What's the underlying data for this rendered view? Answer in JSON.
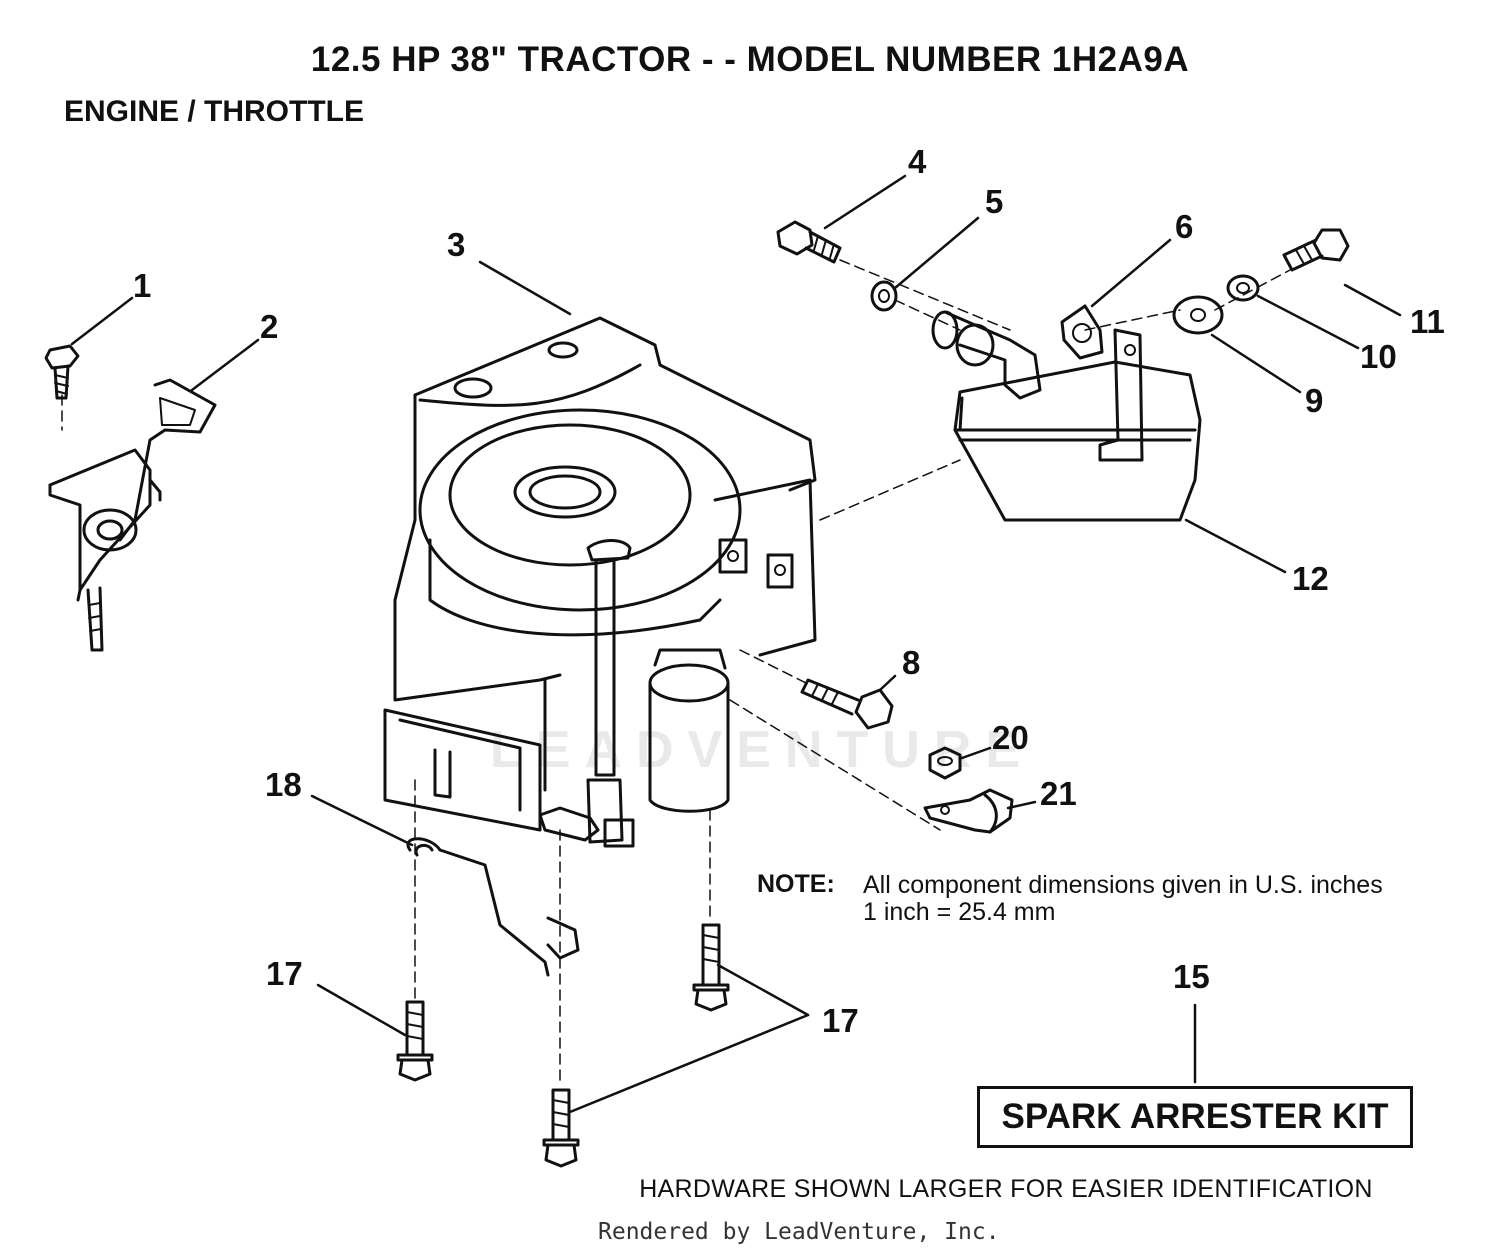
{
  "header": {
    "title": "12.5 HP 38\" TRACTOR - - MODEL NUMBER 1H2A9A",
    "subtitle": "ENGINE / THROTTLE"
  },
  "callouts": [
    "1",
    "2",
    "3",
    "4",
    "5",
    "6",
    "8",
    "9",
    "10",
    "11",
    "12",
    "15",
    "17",
    "17",
    "18",
    "20",
    "21"
  ],
  "note": {
    "label": "NOTE:",
    "line1": "All component dimensions given in U.S. inches",
    "line2": "1 inch = 25.4 mm"
  },
  "kit": {
    "label": "SPARK ARRESTER KIT"
  },
  "footer": {
    "hardware_note": "HARDWARE SHOWN LARGER FOR EASIER IDENTIFICATION",
    "rendered_by": "Rendered by LeadVenture, Inc."
  },
  "watermark": "LEADVENTURE",
  "colors": {
    "ink": "#111111",
    "watermark": "#e9e9e9"
  }
}
